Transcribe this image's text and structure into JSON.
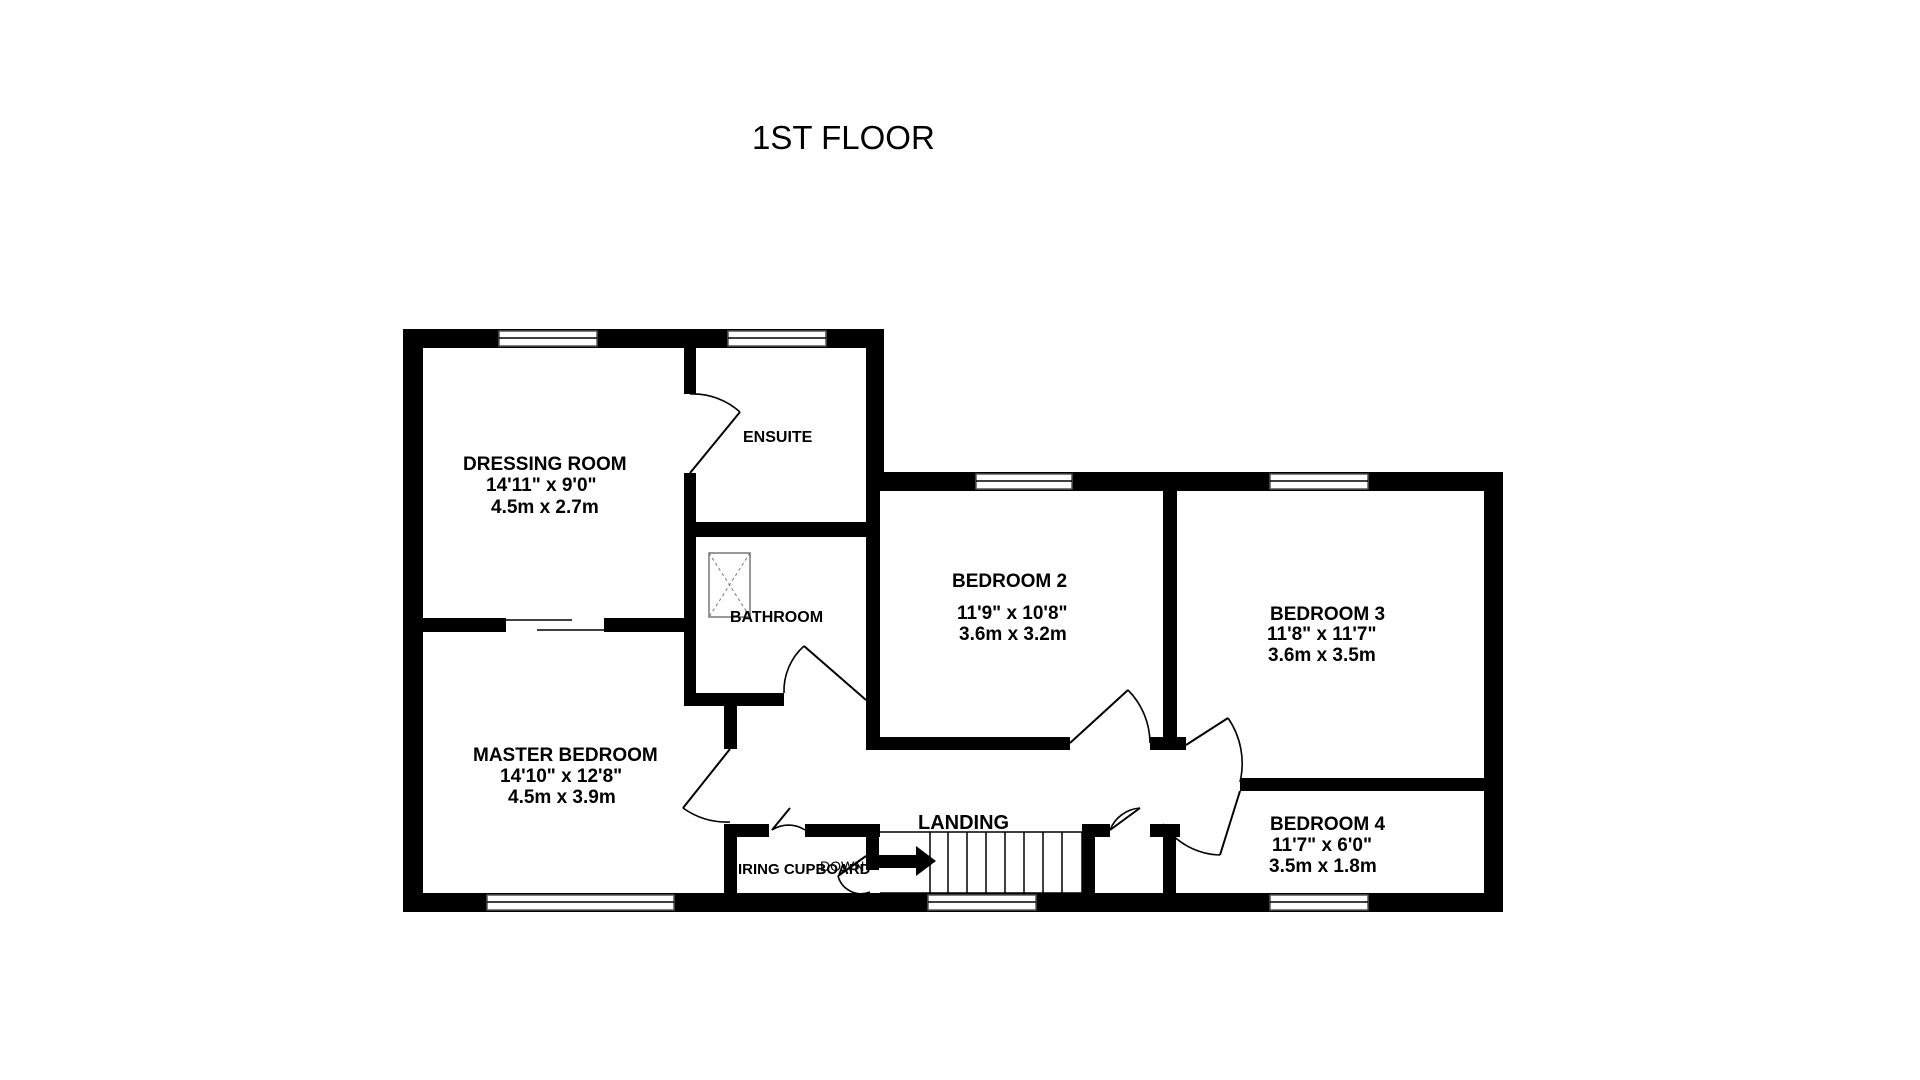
{
  "floor_title": "1ST FLOOR",
  "rooms": {
    "dressing_room": {
      "name": "DRESSING ROOM",
      "imperial": "14'11\"  x 9'0\"",
      "metric": "4.5m  x 2.7m"
    },
    "ensuite": {
      "name": "ENSUITE"
    },
    "bathroom": {
      "name": "BATHROOM"
    },
    "bedroom2": {
      "name": "BEDROOM 2",
      "imperial": "11'9\"  x 10'8\"",
      "metric": "3.6m  x 3.2m"
    },
    "bedroom3": {
      "name": "BEDROOM 3",
      "imperial": "11'8\"  x 11'7\"",
      "metric": "3.6m  x 3.5m"
    },
    "master_bedroom": {
      "name": "MASTER BEDROOM",
      "imperial": "14'10\"  x 12'8\"",
      "metric": "4.5m  x 3.9m"
    },
    "landing": {
      "name": "LANDING"
    },
    "bedroom4": {
      "name": "BEDROOM 4",
      "imperial": "11'7\"  x 6'0\"",
      "metric": "3.5m  x 1.8m"
    },
    "airing_cupboard": {
      "name": "IRING CUPBOARD"
    },
    "stairs": {
      "direction": "DOWN"
    }
  },
  "colors": {
    "wall": "#000000",
    "background": "#ffffff"
  },
  "icons": [
    "skylight-icon",
    "stairs-arrow-icon"
  ]
}
